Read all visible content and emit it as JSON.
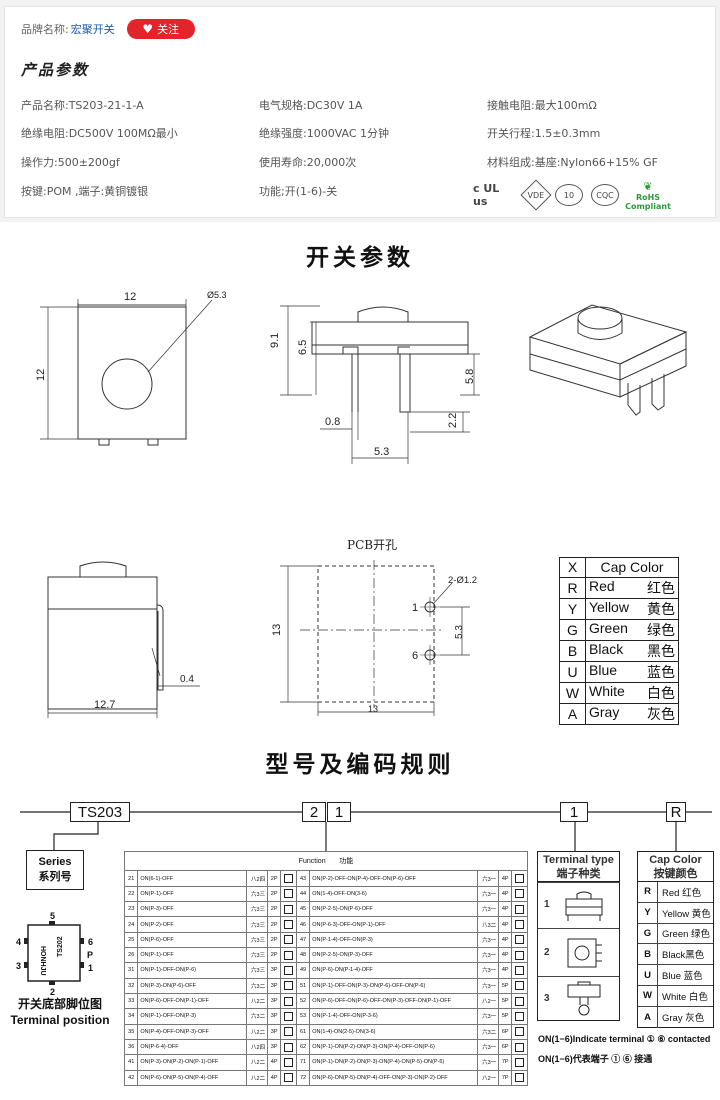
{
  "brand": {
    "label": "品牌名称:",
    "name": "宏聚开关",
    "follow": "关注"
  },
  "product_params": {
    "title": "产品参数",
    "items": [
      "产品名称:TS203-21-1-A",
      "电气规格:DC30V  1A",
      "接触电阻:最大100mΩ",
      "绝缘电阻:DC500V  100MΩ最小",
      "绝缘强度:1000VAC  1分钟",
      "开关行程:1.5±0.3mm",
      "操作力:500±200gf",
      "使用寿命:20,000次",
      "材料组成:基座:Nylon66+15% GF",
      "按键:POM  ,端子:黄铜镀银",
      "功能;开(1-6)-关"
    ],
    "certs": [
      "c UL us",
      "VDE",
      "10",
      "CQC",
      "RoHS",
      "Compliant"
    ]
  },
  "switch_params": {
    "title": "开关参数"
  },
  "dims": {
    "w": "12",
    "h": "12",
    "cap_dia": "Ø5.3",
    "h_total": "9.1",
    "h_body": "6.5",
    "pin_w": "0.8",
    "pin_pitch": "5.3",
    "pin_h": "5.8",
    "pin_len": "2.2",
    "side_w": "12.7",
    "side_t": "0.4",
    "pcb_title": "PCB开孔",
    "pcb_hole": "2-Ø1.2",
    "pcb_w": "13",
    "pcb_h": "13",
    "pcb_pitch": "5.3",
    "pin1": "1",
    "pin6": "6"
  },
  "color_table": {
    "header_code": "X",
    "header_name": "Cap Color",
    "rows": [
      {
        "code": "R",
        "en": "Red",
        "cn": "红色"
      },
      {
        "code": "Y",
        "en": "Yellow",
        "cn": "黄色"
      },
      {
        "code": "G",
        "en": "Green",
        "cn": "绿色"
      },
      {
        "code": "B",
        "en": "Black",
        "cn": "黑色"
      },
      {
        "code": "U",
        "en": "Blue",
        "cn": "蓝色"
      },
      {
        "code": "W",
        "en": "White",
        "cn": "白色"
      },
      {
        "code": "A",
        "en": "Gray",
        "cn": "灰色"
      }
    ]
  },
  "coding": {
    "title": "型号及编码规则",
    "series_code": "TS203",
    "func_code_1": "2",
    "func_code_2": "1",
    "term_code": "1",
    "cap_code": "R",
    "series_label_en": "Series",
    "series_label_cn": "系列号",
    "bottom": {
      "brand": "HONHJU",
      "model": "TS202",
      "p": "P",
      "pins": [
        "5",
        "4",
        "3",
        "2",
        "6",
        "1"
      ]
    },
    "position_label_cn": "开关底部脚位图",
    "position_label_en": "Terminal position",
    "function_header_en": "Function",
    "function_header_cn": "功能",
    "function_rows": [
      {
        "n1": "21",
        "f1": "ON(6-1)-OFF",
        "c1": "八2四",
        "p1": "2P",
        "n2": "43",
        "f2": "ON(P-2)-OFF-ON(P-4)-OFF-ON(P-6)-OFF",
        "c2": "六3一",
        "p2": "4P"
      },
      {
        "n1": "22",
        "f1": "ON(P-1)-OFF",
        "c1": "六3三",
        "p1": "2P",
        "n2": "44",
        "f2": "ON(1-4)-OFF-ON(3-6)",
        "c2": "六3一",
        "p2": "4P"
      },
      {
        "n1": "23",
        "f1": "ON(P-3)-OFF",
        "c1": "六3三",
        "p1": "2P",
        "n2": "45",
        "f2": "ON(P-2-5)-ON(P-6)-OFF",
        "c2": "六3一",
        "p2": "4P"
      },
      {
        "n1": "24",
        "f1": "ON(P-2)-OFF",
        "c1": "六3三",
        "p1": "2P",
        "n2": "46",
        "f2": "ON(P-6-3)-OFF-ON(P-1)-OFF",
        "c2": "八3二",
        "p2": "4P"
      },
      {
        "n1": "25",
        "f1": "ON(P-6)-OFF",
        "c1": "六3三",
        "p1": "2P",
        "n2": "47",
        "f2": "ON(P-1-4)-OFF-ON(P-3)",
        "c2": "六3一",
        "p2": "4P"
      },
      {
        "n1": "26",
        "f1": "ON(P-1)-OFF",
        "c1": "六3三",
        "p1": "2P",
        "n2": "48",
        "f2": "ON(P-2-5)-ON(P-3)-OFF",
        "c2": "六3一",
        "p2": "4P"
      },
      {
        "n1": "31",
        "f1": "ON(P-1)-OFF-ON(P-6)",
        "c1": "六3三",
        "p1": "3P",
        "n2": "49",
        "f2": "ON(P-6)-ON(P-1-4)-OFF",
        "c2": "六3一",
        "p2": "4P"
      },
      {
        "n1": "32",
        "f1": "ON(P-3)-ON(P-6)-OFF",
        "c1": "六3二",
        "p1": "3P",
        "n2": "51",
        "f2": "ON(P-1)-OFF-ON(P-3)-ON(P-6)-OFF-ON(P-6)",
        "c2": "六3一",
        "p2": "5P"
      },
      {
        "n1": "33",
        "f1": "ON(P-6)-OFF-ON(P-1)-OFF",
        "c1": "八2二",
        "p1": "3P",
        "n2": "52",
        "f2": "ON(P-6)-OFF-ON(P-6)-OFF-ON(P-3)-OFF-ON(P-1)-OFF",
        "c2": "八2一",
        "p2": "5P"
      },
      {
        "n1": "34",
        "f1": "ON(P-1)-OFF-ON(P-3)",
        "c1": "六3二",
        "p1": "3P",
        "n2": "53",
        "f2": "ON(P-1-4)-OFF-ON(P-3-6)",
        "c2": "六3一",
        "p2": "5P"
      },
      {
        "n1": "35",
        "f1": "ON(P-4)-OFF-ON(P-3)-OFF",
        "c1": "八2二",
        "p1": "3P",
        "n2": "61",
        "f2": "ON(1-4)-ON(2-5)-ON(3-6)",
        "c2": "六3二",
        "p2": "6P"
      },
      {
        "n1": "36",
        "f1": "ON(P-6-4)-OFF",
        "c1": "八2四",
        "p1": "3P",
        "n2": "62",
        "f2": "ON(P-1)-ON(P-2)-ON(P-3)-ON(P-4)-OFF-ON(P-6)",
        "c2": "六3一",
        "p2": "6P"
      },
      {
        "n1": "41",
        "f1": "ON(P-3)-ON(P-2)-ON(P-1)-OFF",
        "c1": "八2二",
        "p1": "4P",
        "n2": "71",
        "f2": "ON(P-1)-ON(P-2)-ON(P-3)-ON(P-4)-ON(P-5)-ON(P-6)",
        "c2": "六3一",
        "p2": "7P"
      },
      {
        "n1": "42",
        "f1": "ON(P-6)-ON(P-5)-ON(P-4)-OFF",
        "c1": "八2二",
        "p1": "4P",
        "n2": "72",
        "f2": "ON(P-6)-ON(P-5)-ON(P-4)-OFF-ON(P-3)-ON(P-2)-OFF",
        "c2": "八2一",
        "p2": "7P"
      }
    ],
    "terminal_header_en": "Terminal type",
    "terminal_header_cn": "端子种类",
    "terminal_rows": [
      "1",
      "2",
      "3"
    ],
    "cap_header_en": "Cap Color",
    "cap_header_cn": "按键颜色",
    "cap_rows": [
      {
        "code": "R",
        "label": "Red 红色"
      },
      {
        "code": "Y",
        "label": "Yellow 黄色"
      },
      {
        "code": "G",
        "label": "Green 绿色"
      },
      {
        "code": "B",
        "label": "Black黑色"
      },
      {
        "code": "U",
        "label": "Blue 蓝色"
      },
      {
        "code": "W",
        "label": "White 白色"
      },
      {
        "code": "A",
        "label": "Gray 灰色"
      }
    ],
    "note_en": "ON(1−6)Indicate terminal ① ⑥ contacted",
    "note_cn": "ON(1−6)代表端子 ① ⑥ 接通"
  }
}
